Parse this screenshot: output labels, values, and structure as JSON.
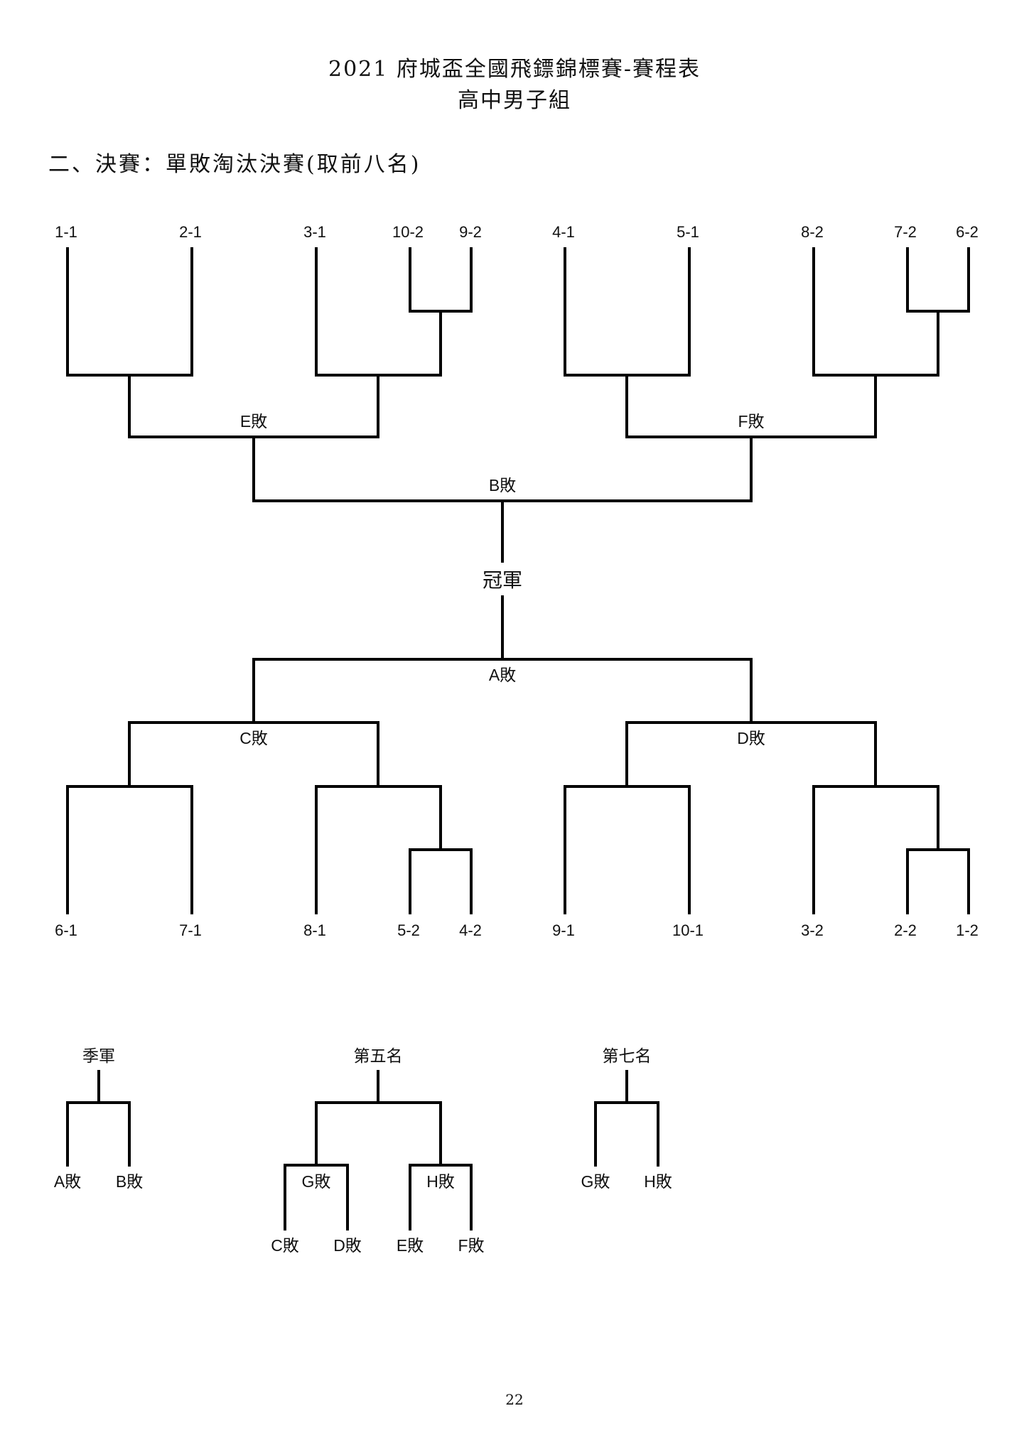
{
  "header": {
    "title": "2021 府城盃全國飛鏢錦標賽-賽程表",
    "subtitle": "高中男子組",
    "section": "二、決賽：單敗淘汰決賽(取前八名)"
  },
  "upper_bracket": {
    "seeds": [
      "1-1",
      "2-1",
      "3-1",
      "10-2",
      "9-2",
      "4-1",
      "5-1",
      "8-2",
      "7-2",
      "6-2"
    ],
    "labels": {
      "e": "E敗",
      "f": "F敗",
      "b": "B敗"
    }
  },
  "champion": "冠軍",
  "lower_bracket": {
    "seeds": [
      "6-1",
      "7-1",
      "8-1",
      "5-2",
      "4-2",
      "9-1",
      "10-1",
      "3-2",
      "2-2",
      "1-2"
    ],
    "labels": {
      "a": "A敗",
      "c": "C敗",
      "d": "D敗"
    }
  },
  "third_place": {
    "title": "季軍",
    "left": "A敗",
    "right": "B敗"
  },
  "fifth_place": {
    "title": "第五名",
    "g": "G敗",
    "h": "H敗",
    "seeds": [
      "C敗",
      "D敗",
      "E敗",
      "F敗"
    ]
  },
  "seventh_place": {
    "title": "第七名",
    "left": "G敗",
    "right": "H敗"
  },
  "page_number": "22"
}
